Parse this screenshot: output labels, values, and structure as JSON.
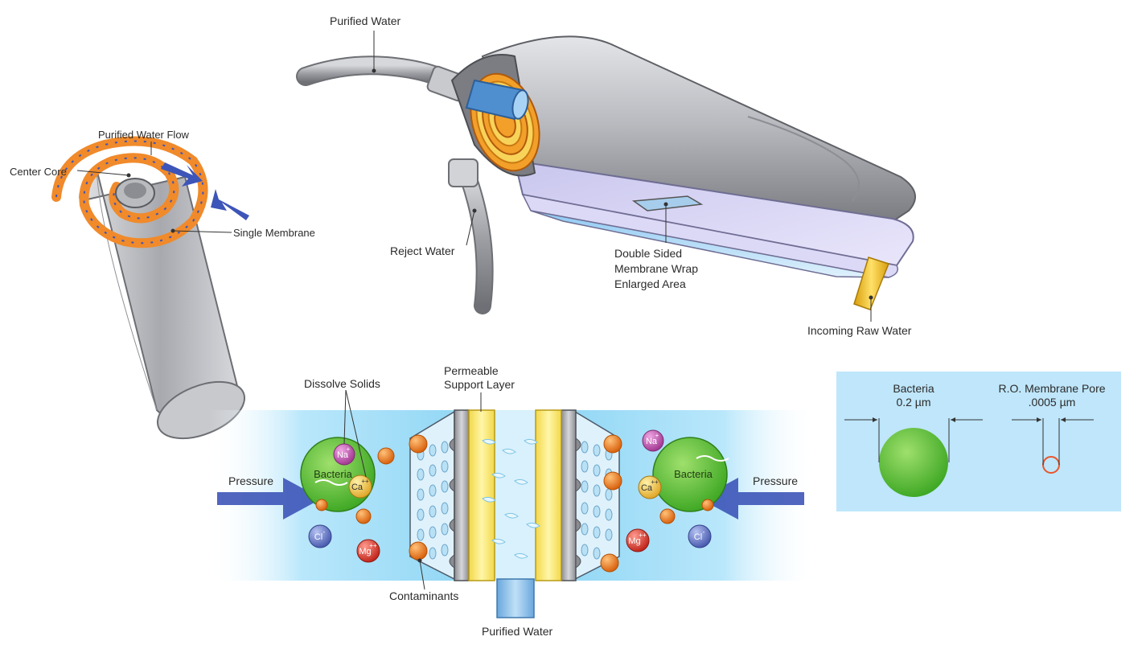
{
  "colors": {
    "water_light": "#cdeefb",
    "water_mid": "#9fdcf5",
    "membrane_orange": "#f08a2b",
    "arrow_blue": "#3d55b8",
    "bacteria_green": "#5cbf3a",
    "support_yellow": "#f5e36a",
    "housing_gray": "#a9abb0",
    "panel_blue": "#bfe6fa",
    "pore_red": "#e8552a",
    "raw_water_yellow": "#f0c419"
  },
  "top_labels": {
    "purified_water": "Purified Water",
    "reject_water": "Reject Water",
    "double_sided_line1": "Double Sided",
    "double_sided_line2": "Membrane Wrap",
    "double_sided_line3": "Enlarged Area",
    "incoming_raw_water": "Incoming Raw Water"
  },
  "roll_labels": {
    "purified_water_flow": "Purified Water Flow",
    "center_core": "Center Core",
    "single_membrane": "Single Membrane"
  },
  "cross_section": {
    "dissolve_solids": "Dissolve Solids",
    "permeable_line1": "Permeable",
    "permeable_line2": "Support Layer",
    "pressure_left": "Pressure",
    "pressure_right": "Pressure",
    "contaminants": "Contaminants",
    "purified_water": "Purified Water",
    "bacteria_left": "Bacteria",
    "bacteria_right": "Bacteria",
    "na_left": "Na",
    "na_right": "Na",
    "na_charge": "+",
    "ca_left": "Ca",
    "ca_right": "Ca",
    "ca_charge": "++",
    "cl_left": "Cl",
    "cl_right": "Cl",
    "cl_charge": "-",
    "mg_left": "Mg",
    "mg_right": "Mg",
    "mg_charge": "++"
  },
  "comparison_panel": {
    "bacteria_line1": "Bacteria",
    "bacteria_line2": "0.2 µm",
    "pore_line1": "R.O. Membrane Pore",
    "pore_line2": ".0005 µm"
  }
}
